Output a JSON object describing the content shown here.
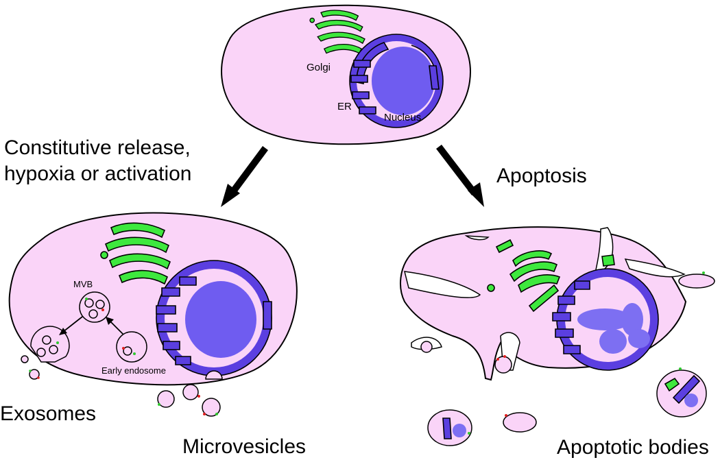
{
  "labels": {
    "golgi": "Golgi",
    "er": "ER",
    "nucleus": "Nucleus",
    "pathway_left_line1": "Constitutive release,",
    "pathway_left_line2": "hypoxia or activation",
    "pathway_right": "Apoptosis",
    "mvb": "MVB",
    "early_endosome": "Early endosome",
    "exosomes": "Exosomes",
    "microvesicles": "Microvesicles",
    "apoptotic_bodies": "Apoptotic bodies"
  },
  "colors": {
    "cytoplasm": "#fad4f8",
    "golgi": "#3ee83e",
    "er": "#5b3fe0",
    "nucleus": "#6f5cf0",
    "cargo_red": "#e01e1e",
    "marker_green": "#2ec82e"
  }
}
